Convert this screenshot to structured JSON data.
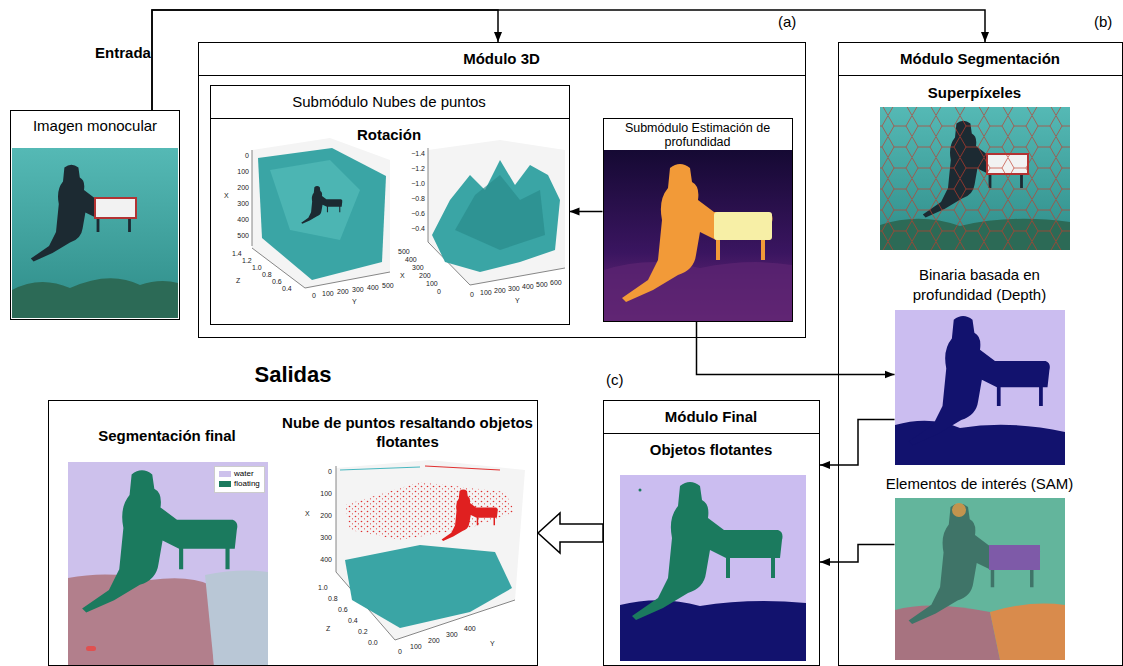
{
  "diagram": {
    "nodes": [
      {
        "text": [
          "Entrada",
          "Imagen monocular"
        ]
      },
      {
        "text": [
          "Módulo 3D"
        ]
      },
      {
        "text": [
          "Submódulo Nubes de puntos",
          "Rotación"
        ],
        "in": 1
      },
      {
        "text": [
          "Submódulo Estimación de profundidad"
        ],
        "in": 1
      },
      {
        "text": [
          "Módulo Segmentación"
        ]
      },
      {
        "text": [
          "Superpíxeles"
        ],
        "in": 4
      },
      {
        "text": [
          "Binaria basada en profundidad (Depth)"
        ],
        "in": 4
      },
      {
        "text": [
          "Elementos de interés (SAM)"
        ],
        "in": 4
      },
      {
        "text": [
          "Módulo Final",
          "Objetos flotantes"
        ]
      },
      {
        "text": [
          "Salidas"
        ]
      },
      {
        "text": [
          "Segmentación final"
        ],
        "in": 9
      },
      {
        "text": [
          "Nube de puntos resaltando objetos flotantes"
        ],
        "in": 9
      }
    ],
    "edges": [
      {
        "from": 0,
        "to": 1,
        "arrow": "to"
      },
      {
        "from": 0,
        "to": 4,
        "arrow": "to"
      },
      {
        "from": 3,
        "to": 2,
        "arrow": "to"
      },
      {
        "from": 3,
        "to": 6,
        "arrow": "to"
      },
      {
        "from": 6,
        "to": 8,
        "arrow": "to"
      },
      {
        "from": 7,
        "to": 8,
        "arrow": "to"
      },
      {
        "from": 8,
        "to": 9,
        "arrow": "to"
      }
    ],
    "labels": [
      "(a)",
      "(b)",
      "(c)",
      "0",
      "100",
      "200",
      "300",
      "400",
      "500",
      "X",
      "1.4",
      "1.2",
      "1.0",
      "0.8",
      "0.6",
      "0.4",
      "Z",
      "0",
      "100",
      "200",
      "300",
      "400",
      "500",
      "Y",
      "−1.4",
      "−1.2",
      "−1.0",
      "−0.8",
      "−0.6",
      "−0.4",
      "500",
      "400",
      "300",
      "200",
      "100",
      "0",
      "X",
      "0",
      "100",
      "200",
      "300",
      "400",
      "500",
      "600",
      "Y",
      "0",
      "100",
      "200",
      "300",
      "400",
      "X",
      "1.0",
      "0.8",
      "0.6",
      "0.4",
      "0.2",
      "0.0",
      "Z",
      "0",
      "100",
      "200",
      "300",
      "400",
      "Y"
    ],
    "legend": [
      {
        "text": "water",
        "color": "#cdc1ec"
      },
      {
        "text": "floating",
        "color": "#1b7a5e"
      }
    ]
  }
}
